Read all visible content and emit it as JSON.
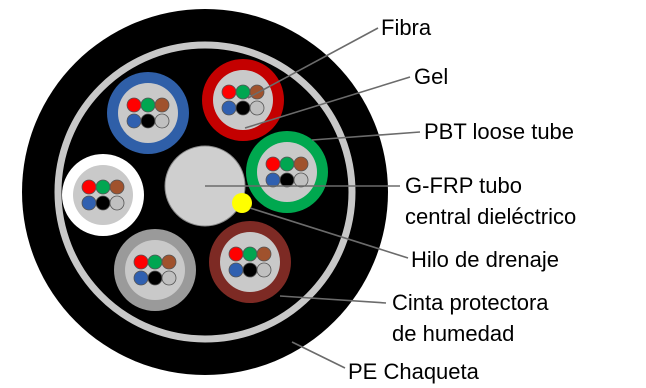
{
  "labels": {
    "fibra": "Fibra",
    "gel": "Gel",
    "pbt": "PBT loose tube",
    "gfrp_1": "G-FRP tubo",
    "gfrp_2": "central dieléctrico",
    "hilo": "Hilo de drenaje",
    "cinta_1": "Cinta protectora",
    "cinta_2": "de humedad",
    "chaqueta": "PE Chaqueta"
  },
  "colors": {
    "jacket": "#000000",
    "moisture_tape": "#c8c8c8",
    "filler": "#bdbdbd",
    "gel": "#c9c9c9",
    "strength_member": "#cfcfcf",
    "drain_wire": "#ffff00",
    "leader": "#6b6b6b",
    "tubes": {
      "red": "#c40000",
      "green": "#00a84f",
      "brown": "#7d2a24",
      "gray": "#9a9a9a",
      "white": "#ffffff",
      "blue": "#2f5fa8"
    },
    "fibers": [
      "#ff0000",
      "#00a651",
      "#a0522d",
      "#3060b0",
      "#000000",
      "#c0c0c0"
    ]
  },
  "tubes": [
    {
      "name": "red-loose-tube",
      "color": "red"
    },
    {
      "name": "green-loose-tube",
      "color": "green"
    },
    {
      "name": "brown-loose-tube",
      "color": "brown"
    },
    {
      "name": "gray-loose-tube",
      "color": "gray"
    },
    {
      "name": "white-loose-tube",
      "color": "white"
    },
    {
      "name": "blue-loose-tube",
      "color": "blue"
    }
  ]
}
